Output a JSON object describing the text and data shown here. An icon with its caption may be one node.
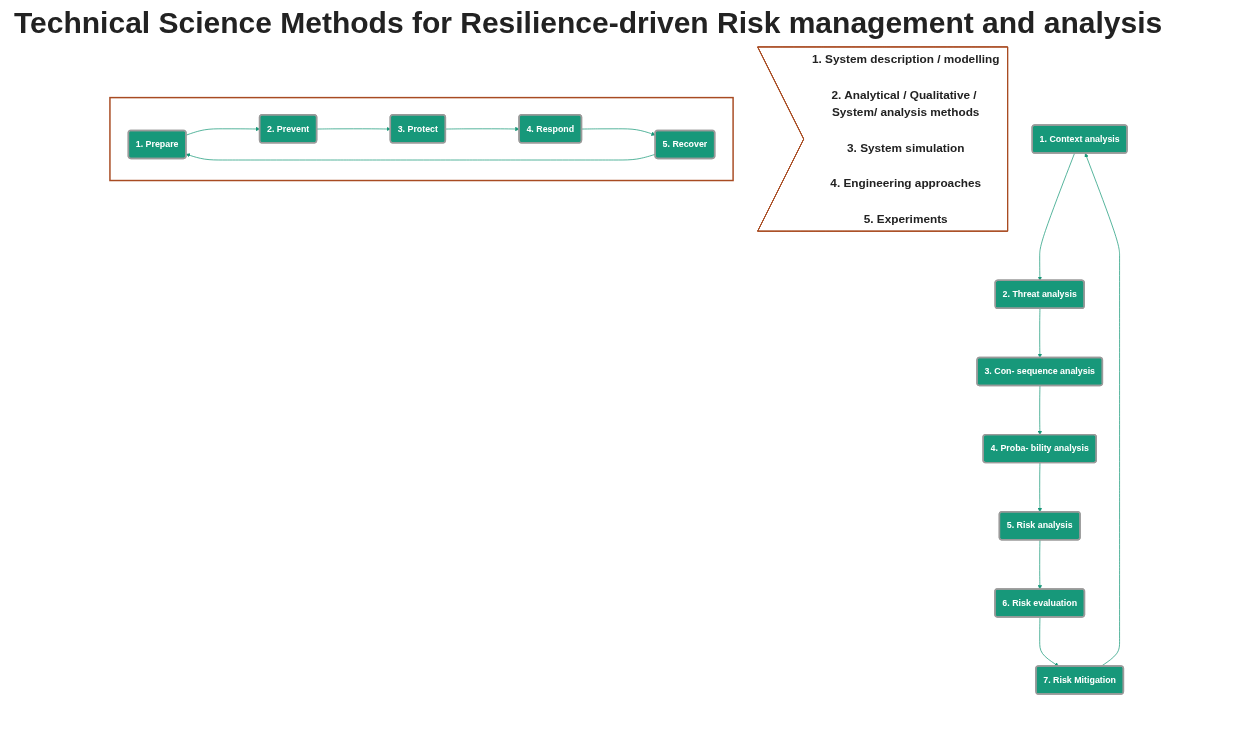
{
  "diagram": {
    "title": "Technical Science Methods for Resilience-driven Risk management and analysis",
    "nodes": [
      {
        "text": [],
        "shape": "pentagon"
      },
      {
        "text": [
          "1. Prepare"
        ],
        "in": 0
      },
      {
        "text": [
          "2. Prevent"
        ],
        "in": 0
      },
      {
        "text": [
          "3. Protect"
        ],
        "in": 0
      },
      {
        "text": [
          "4. Respond"
        ],
        "in": 0
      },
      {
        "text": [
          "5. Recover"
        ],
        "in": 0
      },
      {
        "text": [
          "1. System description / modelling",
          "2. Analytical / Qualitative / System/ analysis methods",
          "3. System simulation",
          "4. Engineering approaches",
          "5. Experiments"
        ]
      },
      {
        "text": [
          "1. Context analysis"
        ]
      },
      {
        "text": [
          "2. Threat analysis"
        ]
      },
      {
        "text": [
          "3. Con- sequence analysis"
        ]
      },
      {
        "text": [
          "4. Proba- bility analysis"
        ]
      },
      {
        "text": [
          "5. Risk analysis"
        ]
      },
      {
        "text": [
          "6. Risk evaluation"
        ]
      },
      {
        "text": [
          "7. Risk Mitigation"
        ]
      }
    ],
    "edges": [
      {
        "from": 1,
        "to": 2,
        "arrow": "to"
      },
      {
        "from": 2,
        "to": 3,
        "arrow": "to"
      },
      {
        "from": 3,
        "to": 4,
        "arrow": "to"
      },
      {
        "from": 4,
        "to": 5,
        "arrow": "to"
      },
      {
        "from": 5,
        "to": 1,
        "arrow": "to"
      },
      {
        "from": 7,
        "to": 8,
        "arrow": "to"
      },
      {
        "from": 8,
        "to": 9,
        "arrow": "to"
      },
      {
        "from": 9,
        "to": 10,
        "arrow": "to"
      },
      {
        "from": 10,
        "to": 11,
        "arrow": "to"
      },
      {
        "from": 11,
        "to": 12,
        "arrow": "to"
      },
      {
        "from": 12,
        "to": 13,
        "arrow": "to"
      },
      {
        "from": 13,
        "to": 7,
        "arrow": "to"
      }
    ]
  }
}
